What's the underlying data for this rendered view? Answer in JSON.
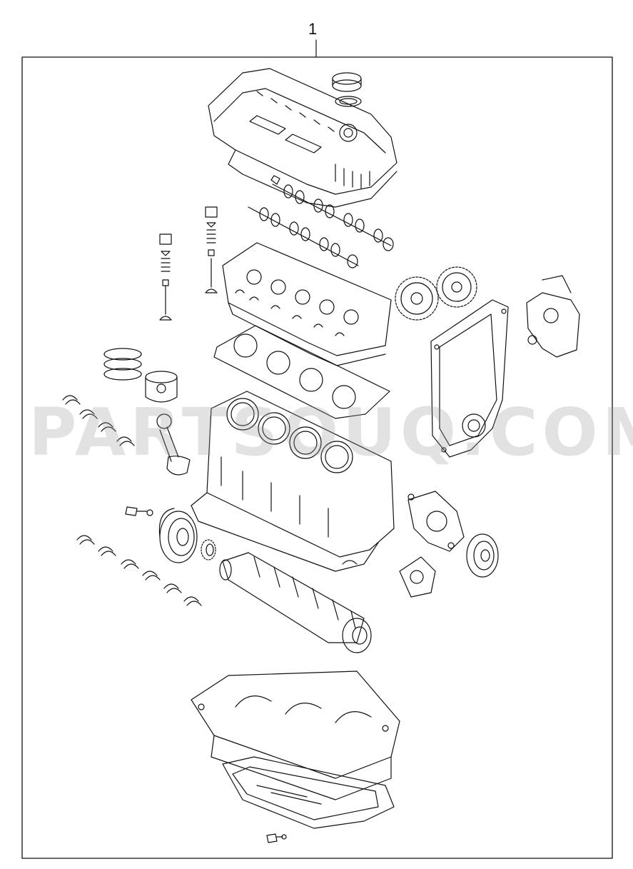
{
  "diagram": {
    "callout_number": "1",
    "watermark": "PARTSOUQ.COM",
    "colors": {
      "line": "#111111",
      "background": "#ffffff",
      "watermark": "#b4b4b4"
    },
    "parts": [
      "valve-cover",
      "oil-filler-cap",
      "camshaft-intake",
      "camshaft-exhaust",
      "valve-assembly-left",
      "valve-assembly-right",
      "cylinder-head",
      "camshaft-sprocket",
      "cvvt-sprocket",
      "timing-tensioner",
      "timing-cover",
      "head-gasket",
      "piston-rings",
      "piston",
      "connecting-rod",
      "connecting-rod-bearings",
      "cylinder-block",
      "crank-bolt",
      "crankshaft-pulley",
      "crankshaft-sprocket",
      "main-bearings",
      "crankshaft",
      "water-pump",
      "water-pump-pulley",
      "water-pump-gasket",
      "lower-crankcase",
      "oil-pan",
      "drain-plug"
    ]
  }
}
